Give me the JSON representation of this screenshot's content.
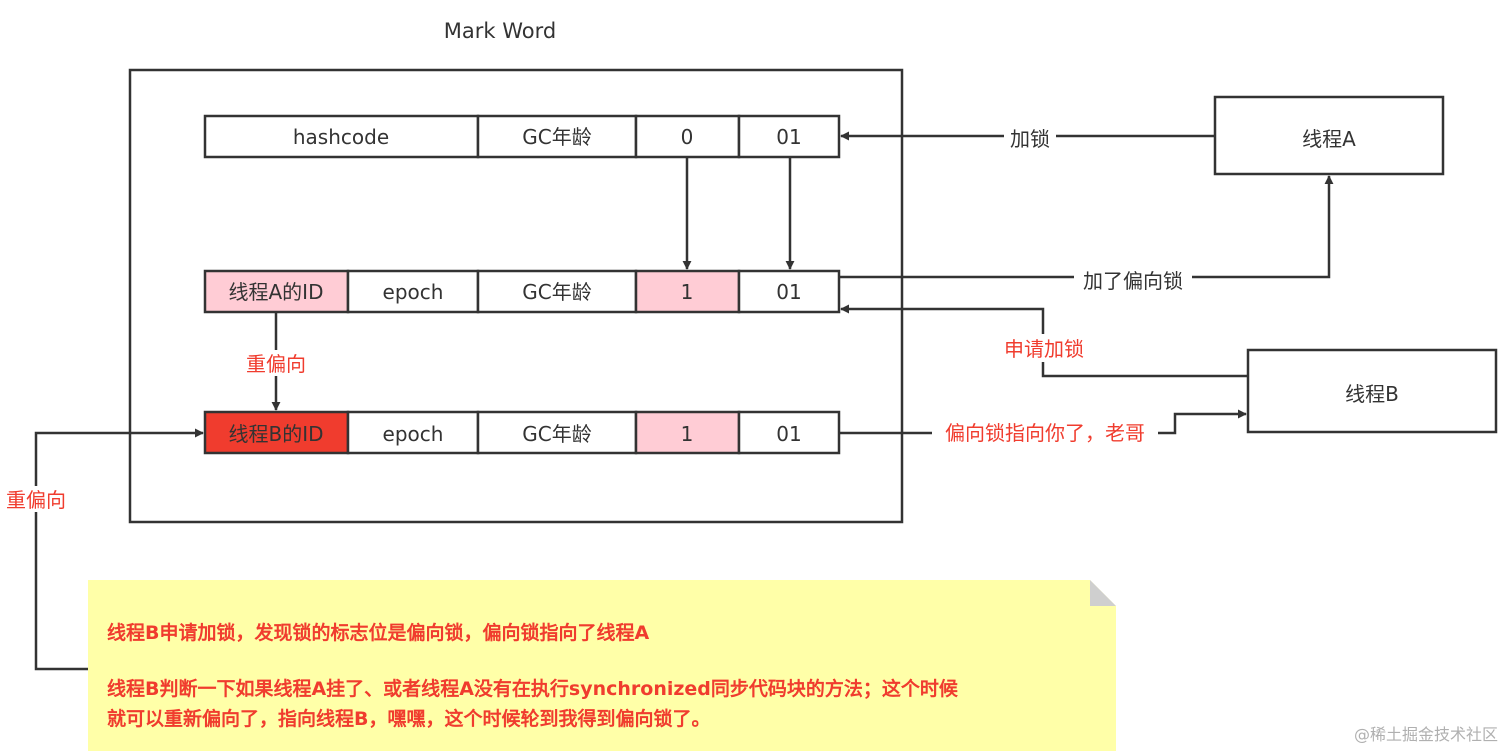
{
  "title": "Mark Word",
  "rows": [
    {
      "cells": [
        {
          "text": "hashcode",
          "fill": "#ffffff"
        },
        {
          "text": "GC年龄",
          "fill": "#ffffff"
        },
        {
          "text": "0",
          "fill": "#ffffff"
        },
        {
          "text": "01",
          "fill": "#ffffff"
        }
      ]
    },
    {
      "cells": [
        {
          "text": "线程A的ID",
          "fill": "#ffccd5"
        },
        {
          "text": "epoch",
          "fill": "#ffffff"
        },
        {
          "text": "GC年龄",
          "fill": "#ffffff"
        },
        {
          "text": "1",
          "fill": "#ffccd5"
        },
        {
          "text": "01",
          "fill": "#ffffff"
        }
      ]
    },
    {
      "cells": [
        {
          "text": "线程B的ID",
          "fill": "#f03c2e"
        },
        {
          "text": "epoch",
          "fill": "#ffffff"
        },
        {
          "text": "GC年龄",
          "fill": "#ffffff"
        },
        {
          "text": "1",
          "fill": "#ffccd5"
        },
        {
          "text": "01",
          "fill": "#ffffff"
        }
      ]
    }
  ],
  "threads": {
    "a": "线程A",
    "b": "线程B"
  },
  "edges": {
    "lock": "加锁",
    "biased_added": "加了偏向锁",
    "apply_lock": "申请加锁",
    "rebias_inner": "重偏向",
    "rebias_outer": "重偏向",
    "points_to_you": "偏向锁指向你了，老哥"
  },
  "note": {
    "line1": "线程B申请加锁，发现锁的标志位是偏向锁，偏向锁指向了线程A",
    "line2": "线程B判断一下如果线程A挂了、或者线程A没有在执行synchronized同步代码块的方法；这个时候",
    "line3": "就可以重新偏向了，指向线程B，嘿嘿，这个时候轮到我得到偏向锁了。"
  },
  "watermark": "@稀土掘金技术社区",
  "colors": {
    "line": "#333333",
    "accent_red": "#f03c2e",
    "pink": "#ffccd5",
    "note_bg": "#ffffa8",
    "note_fold": "#cfcfcf",
    "edge_label_dark": "#333333"
  }
}
